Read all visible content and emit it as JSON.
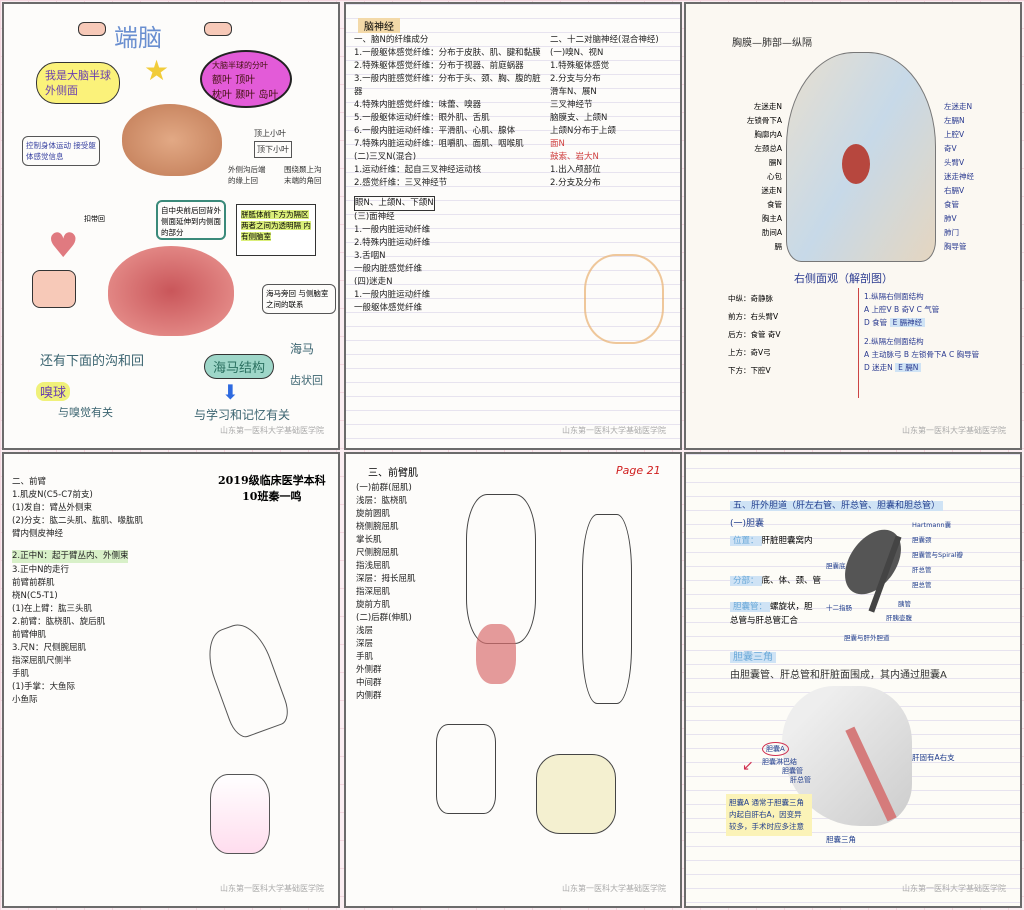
{
  "panel1": {
    "title": "端脑",
    "bubble_yellow": "我是大脑半球外侧面",
    "bubble_pink_title": "大脑半球的分叶",
    "lobes": [
      "额叶",
      "顶叶",
      "枕叶",
      "颞叶",
      "岛叶"
    ],
    "motor_note": "控制身体运动 接受躯体感觉信息",
    "parietal": [
      "顶上小叶",
      "顶下小叶"
    ],
    "parietal_notes": [
      "外侧沟后端的缘上回",
      "围绕颞上沟末端的角回"
    ],
    "medial_note": "自中央前后回背外侧面延伸到内侧面的部分",
    "corpus_note": "胼胝体前下方为隔区 两者之间为透明隔 内有侧脑室",
    "mid_note": "扣带回",
    "right_box": "海马旁回 与侧脑室之间的联系",
    "bottom_left": "还有下面的沟和回",
    "olfactory": "嗅球",
    "olfactory_note": "与嗅觉有关",
    "hippo": "海马结构",
    "hippo_parts": [
      "海马",
      "齿状回"
    ],
    "hippo_note": "与学习和记忆有关",
    "watermark": "山东第一医科大学基础医学院"
  },
  "panel2": {
    "title": "脑神经",
    "lines": [
      "一、脑N的纤维成分",
      "1.一般躯体感觉纤维：分布于皮肤、肌、腱和黏膜",
      "2.特殊躯体感觉纤维：分布于视器、前庭蜗器",
      "3.一般内脏感觉纤维：分布于头、颈、胸、腹的脏器",
      "4.特殊内脏感觉纤维：味蕾、嗅器",
      "5.一般躯体运动纤维：眼外肌、舌肌",
      "6.一般内脏运动纤维：平滑肌、心肌、腺体",
      "7.特殊内脏运动纤维：咀嚼肌、面肌、咽喉肌",
      "(二)三叉N(混合)",
      "1.运动纤维：起自三叉神经运动核",
      "2.感觉纤维：三叉神经节",
      "眼N、上颌N、下颌N",
      "(三)面神经",
      "1.一般内脏运动纤维",
      "2.特殊内脏运动纤维",
      "3.舌咽N",
      "一般内脏感觉纤维",
      "(四)迷走N",
      "1.一般内脏运动纤维",
      "一般躯体感觉纤维"
    ],
    "right_lines": [
      "二、十二对脑神经(混合神经)",
      "(一)嗅N、视N",
      "1.特殊躯体感觉",
      "2.分支与分布",
      "滑车N、展N",
      "三叉神经节",
      "脑膜支、上颌N",
      "上颌N分布于上颌",
      "面N",
      "鼓索、岩大N",
      "1.出入颅部位",
      "2.分支及分布"
    ],
    "watermark": "山东第一医科大学基础医学院"
  },
  "panel3": {
    "title": "胸膜—肺部—纵隔",
    "left_labels": [
      "左迷走N",
      "左锁骨下A",
      "胸廓内A",
      "左颈总A",
      "膈N",
      "心包",
      "迷走N",
      "食管",
      "胸主A",
      "肋间A",
      "膈"
    ],
    "right_labels": [
      "左迷走N",
      "左膈N",
      "上腔V",
      "奇V",
      "头臂V",
      "迷走神经",
      "右膈V",
      "食管",
      "肺V",
      "肺门",
      "胸导管"
    ],
    "subtitle": "右侧面观（解剖图）",
    "notes_left": [
      "中纵：奇静脉",
      "前方：右头臂V",
      "后方：食管 奇V",
      "上方：奇V弓",
      "下方：下腔V"
    ],
    "notes_right": [
      "1.纵隔右侧面结构",
      "A 上腔V",
      "B 奇V",
      "C 气管",
      "D 食管",
      "E 膈神经",
      "2.纵隔左侧面结构",
      "A 主动脉弓",
      "B 左锁骨下A",
      "C 胸导管",
      "D 迷走N",
      "E 膈N"
    ],
    "watermark": "山东第一医科大学基础医学院"
  },
  "panel4": {
    "header": "2019级临床医学本科",
    "header2": "10班秦一鸣",
    "lines": [
      "二、前臂",
      "1.肌皮N(C5-C7前支)",
      "(1)发自：臂丛外侧束",
      "(2)分支：肱二头肌、肱肌、喙肱肌",
      "臂内侧皮神经",
      "2.正中N：起于臂丛内、外侧束",
      "3.正中N的走行",
      "前臂前群肌",
      "桡N(C5-T1)",
      "(1)在上臂：肱三头肌",
      "2.前臂：肱桡肌、旋后肌",
      "前臂伸肌",
      "3.尺N：尺侧腕屈肌",
      "指深屈肌尺侧半",
      "手肌",
      "(1)手掌：大鱼际",
      "小鱼际"
    ],
    "watermark": "山东第一医科大学基础医学院"
  },
  "panel5": {
    "title": "三、前臂肌",
    "page": "Page 21",
    "lines": [
      "(一)前群(屈肌)",
      "浅层：肱桡肌",
      "旋前圆肌",
      "桡侧腕屈肌",
      "掌长肌",
      "尺侧腕屈肌",
      "指浅屈肌",
      "深层：拇长屈肌",
      "指深屈肌",
      "旋前方肌",
      "(二)后群(伸肌)",
      "浅层",
      "深层",
      "手肌",
      "外侧群",
      "中间群",
      "内侧群"
    ],
    "watermark": "山东第一医科大学基础医学院"
  },
  "panel6": {
    "title": "五、肝外胆道（肝左右管、肝总管、胆囊和胆总管）",
    "sub": "(一)胆囊",
    "pos_label": "位置：",
    "pos": "肝脏胆囊窝内",
    "parts_label": "分部：",
    "parts": "底、体、颈、管",
    "duct_label": "胆囊管：",
    "duct": "螺旋状，胆总管与肝总管汇合",
    "diagram_labels": [
      "Hartmann囊",
      "胆囊颈",
      "胆囊管与Spiral瓣",
      "肝总管",
      "胆总管",
      "胆囊底",
      "十二指肠",
      "胰管",
      "肝胰壶腹",
      "胆囊与肝外胆道"
    ],
    "triangle_title": "胆囊三角",
    "triangle_desc": "由胆囊管、肝总管和肝脏面围成，其内通过胆囊A",
    "figure_labels": [
      "胆囊A",
      "胆囊淋巴结",
      "胆囊管",
      "肝总管",
      "肝固有A右支",
      "胆囊三角"
    ],
    "note": "胆囊A 通常于胆囊三角内起自肝右A，因变异较多，手术时应多注意",
    "watermark": "山东第一医科大学基础医学院"
  }
}
